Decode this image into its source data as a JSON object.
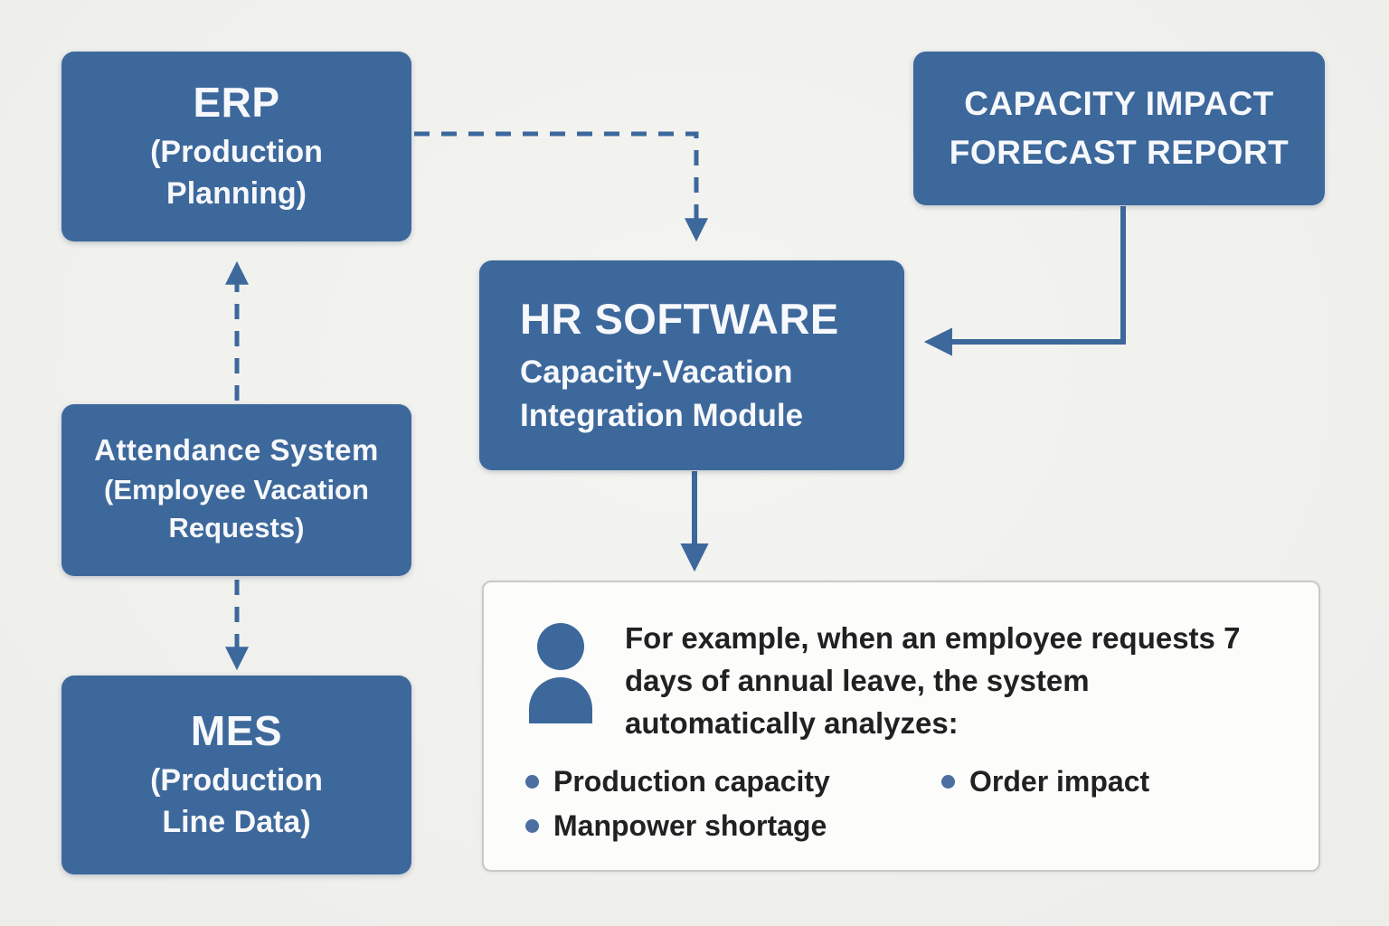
{
  "colors": {
    "box_blue": "#3d689b",
    "arrow_blue": "#3c689c",
    "background": "#f1f1ee",
    "example_bg": "#fcfcfa",
    "example_border": "#c9c9c5",
    "text_dark": "#212121",
    "bullet_dot": "#4a6fa0"
  },
  "nodes": {
    "erp": {
      "title": "ERP",
      "subtitle": "(Production\nPlanning)"
    },
    "report": {
      "title": "CAPACITY IMPACT\nFORECAST REPORT"
    },
    "hr": {
      "title": "HR SOFTWARE",
      "subtitle": "Capacity-Vacation\nIntegration Module"
    },
    "attendance": {
      "title": "Attendance System",
      "subtitle": "(Employee Vacation\nRequests)"
    },
    "mes": {
      "title": "MES",
      "subtitle": "(Production\nLine Data)"
    }
  },
  "example": {
    "text": "For example, when an employee requests 7 days of annual leave, the system automatically analyzes:",
    "bullets": [
      "Production capacity",
      "Order impact",
      "Manpower shortage"
    ]
  }
}
